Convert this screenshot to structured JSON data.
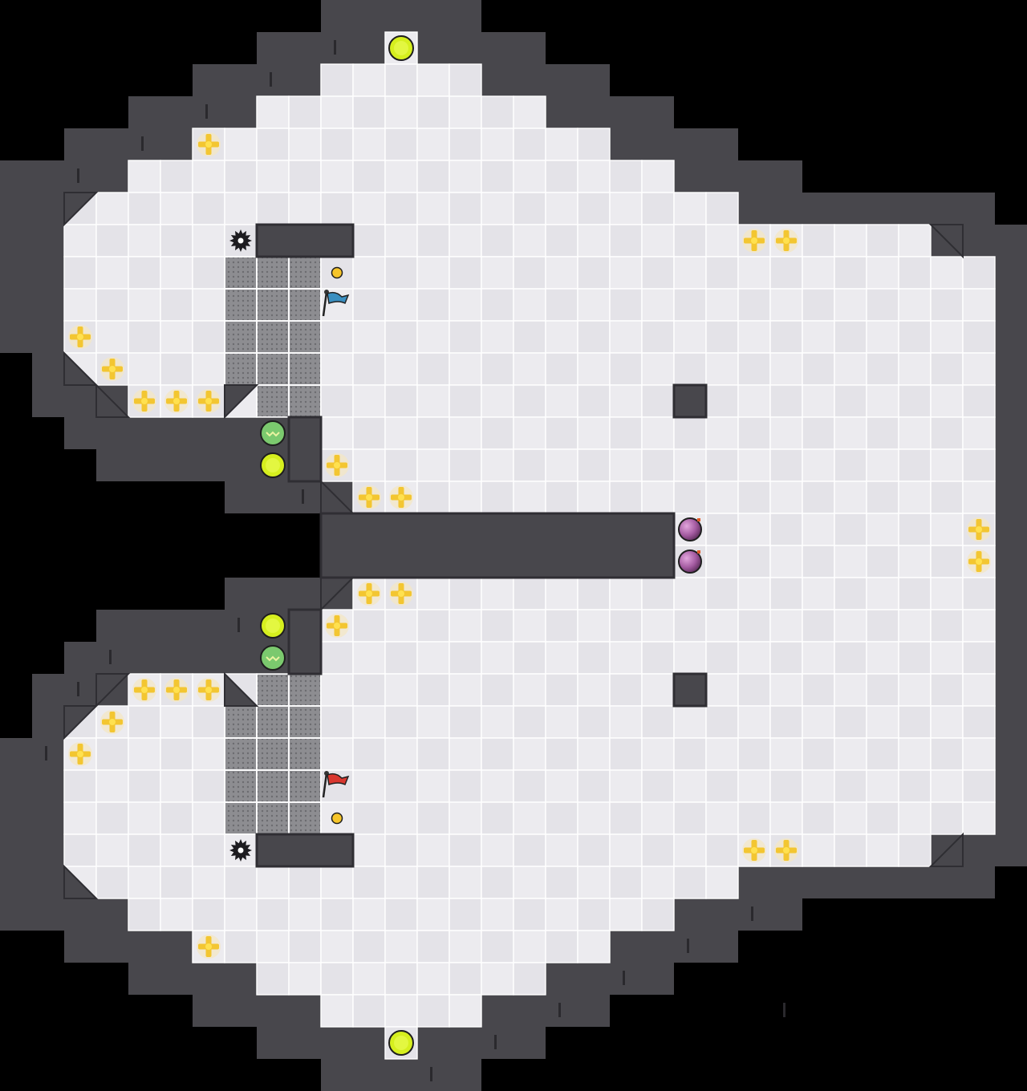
{
  "map": {
    "name": "",
    "colors": {
      "background": "#000000",
      "wall": "#48474c",
      "wall_edge": "#2f2e33",
      "wall_crack": "#2a292d",
      "floor": "#ecebef",
      "floor_alt": "#e4e3e8",
      "grid_line": "#ffffff",
      "grate": "#8d8d91",
      "grate_dot": "#6c6c70",
      "boost": "#f3c631",
      "boost_center": "#ffe14f",
      "bomb": "#a35aa0",
      "portal_yellow": "#d6ef1e",
      "portal_green": "#7bc96e",
      "flag_blue": "#3a8fc1",
      "flag_red": "#d9372f",
      "spike": "#1d1c20",
      "dot": "#f6c52a"
    }
  },
  "objects": {
    "flags": [
      {
        "team": "blue",
        "col": 10,
        "row": 9,
        "icon": "blue-flag-icon"
      },
      {
        "team": "red",
        "col": 10,
        "row": 24,
        "icon": "red-flag-icon"
      }
    ],
    "spikes": [
      {
        "col": 7,
        "row": 7,
        "icon": "spike-icon"
      },
      {
        "col": 7,
        "row": 26,
        "icon": "spike-icon"
      }
    ],
    "small_dots": [
      {
        "col": 10,
        "row": 8
      },
      {
        "col": 10,
        "row": 25
      }
    ],
    "yellow_portals": [
      {
        "col": 12,
        "row": 1
      },
      {
        "col": 8,
        "row": 14
      },
      {
        "col": 8,
        "row": 19
      },
      {
        "col": 12,
        "row": 32
      }
    ],
    "green_portals": [
      {
        "col": 8,
        "row": 13
      },
      {
        "col": 8,
        "row": 20
      }
    ],
    "bombs": [
      {
        "col": 21,
        "row": 16
      },
      {
        "col": 21,
        "row": 17
      }
    ],
    "boosts": [
      {
        "col": 6,
        "row": 4
      },
      {
        "col": 23,
        "row": 7
      },
      {
        "col": 24,
        "row": 7
      },
      {
        "col": 2,
        "row": 10
      },
      {
        "col": 3,
        "row": 11
      },
      {
        "col": 4,
        "row": 12
      },
      {
        "col": 5,
        "row": 12
      },
      {
        "col": 6,
        "row": 12
      },
      {
        "col": 10,
        "row": 14
      },
      {
        "col": 11,
        "row": 15
      },
      {
        "col": 12,
        "row": 15
      },
      {
        "col": 30,
        "row": 16
      },
      {
        "col": 30,
        "row": 17
      },
      {
        "col": 11,
        "row": 18
      },
      {
        "col": 12,
        "row": 18
      },
      {
        "col": 10,
        "row": 19
      },
      {
        "col": 4,
        "row": 21
      },
      {
        "col": 5,
        "row": 21
      },
      {
        "col": 6,
        "row": 21
      },
      {
        "col": 3,
        "row": 22
      },
      {
        "col": 2,
        "row": 23
      },
      {
        "col": 23,
        "row": 26
      },
      {
        "col": 24,
        "row": 26
      },
      {
        "col": 6,
        "row": 29
      }
    ]
  }
}
